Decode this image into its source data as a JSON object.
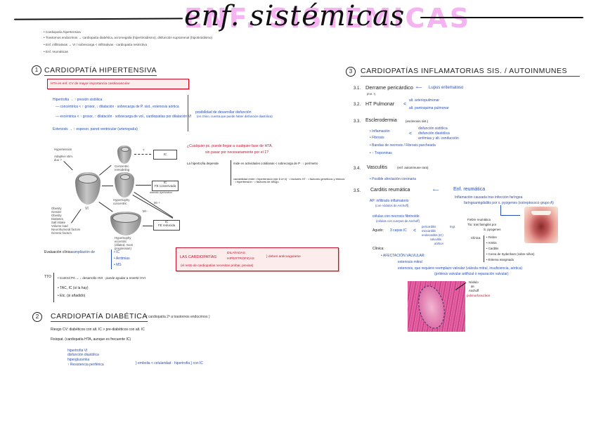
{
  "title": {
    "text": "enf. sistémicas",
    "bg_text": "ENF. SISTEMICAS",
    "bg_color": "#f6b3f1"
  },
  "intro_list": [
    "• Cardiopatía hipertensiva",
    "• Trastornos endocrinos → cardiopatía diabética, acromegalia (hipertiroidismo), disfunción suprarrenal (hipotiroidismo)",
    "• Enf. infiltrativas → VI / sobrecarga <  infiltrativas · cardiopatía restrictiva",
    "• Enf. reumáticas"
  ],
  "sections": {
    "hipertensiva": {
      "number": "1",
      "title": "CARDIOPATÍA HIPERTENSIVA",
      "highlight": "HTA es enf. CV de mayor importancia cardiovascular",
      "notes": [
        "Hipertrofia → ↑ presión sistólica",
        "— concéntrica <  ↑ grosor, ↓ dilatación · sobrecarga de P. sist., estenosis aórtica",
        "— excéntrica <  ↑ grosor, ↑ dilatación · sobrecarga de vol., cardiopatías por dilatación VI",
        "Estenosis → ↑ espesor, pared ventricular (arteriopatía)"
      ],
      "side_note": [
        "posibilidad de desarrollar disfunción",
        "(en chino, cuenta que puede haber disfunción diastólica)"
      ],
      "diagram": {
        "labels": {
          "top_left": "Hypertension\n\nAdaptive stim.\nduo ?",
          "center": "VI",
          "risk_factors": "Obesity\nGender\nObesity\nDiabetes\nSalt intake\nVolume load\nNeurohumoral factors\nGenetic factors",
          "concentric_remodeling": "Concentric\nremodeling",
          "hypertrophy": "Hypertrophy\nconcentric",
          "eccentric": "Hypertrophy\neccentric\n(dilated, more\nprogression)"
        },
        "boxes": [
          "IC",
          "IC\nFE conservada",
          "IC\nFE reducida"
        ],
        "arrow_labels": [
          "?",
          "MI +",
          "MI -"
        ],
        "box2_sub": "diastolic dysfunction"
      },
      "red_question": [
        "¿Cualquier pc. puede llegar a cualquier fase de HTA,",
        "sin pasar por necesariamente por el 1?"
      ],
      "right_notes": [
        "La hipertrofia depende",
        "mide en actividades cotidianas <  sobrecarga de P · ↑ perímetro",
        "variabilidad entre  • hipertensión (eje 6 a+4) · • factores HT · • factores genéticos y étnicos · • hipertensión · • factores de riesgo"
      ],
      "eval_clinica": {
        "label": "Evaluación clínica:",
        "sub": "ampliación de",
        "items": [
          "• IC",
          "• Arritmias",
          "• MS"
        ]
      },
      "tto": {
        "label": "TTO",
        "items": [
          "• Control PA →  ↓ desarrollo HVI · puede ayudar a revertir HVI",
          "• TAC, IC (si la hay)",
          "• Etc. (si añadido)"
        ]
      },
      "red_box": {
        "prefix": "LAS CARDIOPATÍAS",
        "opt1": "DILATADAS",
        "opt2": "HIPERTRÓFICAS",
        "suffix": "} deben anticoagularse",
        "line2": "(el resto de cardiopatías necesitan probar, previas)"
      }
    },
    "diabetica": {
      "number": "2",
      "title": "CARDIOPATÍA DIABÉTICA",
      "subtitle": "( cardiopatía 2ª a trastornos endocrinos )",
      "riesgo": "Riesgo CV: diabéticos con alt. IC > pre-diabéticos con alt. IC",
      "fisiopat": "Fisiopat. (cardiopatía HTA, aunque es frecuente IC)",
      "list": [
        "hipertrofia VI",
        "disfunción diastólica",
        "hiperglucemia",
        "↑ Resistencia periférica"
      ],
      "right": "} embolia <  celularidad · hipertrofia } con IC"
    },
    "inflamatorias": {
      "number": "3",
      "title": "CARDIOPATÍAS INFLAMATORIAS SIS. / AUTOINMUNES",
      "items": [
        {
          "num": "3.1.",
          "label": "Derrame pericárdico",
          "arrow_to": "Lupus eritematoso",
          "sub": "(Enf. ?)"
        },
        {
          "num": "3.2.",
          "label": "HT Pulmonar",
          "branches": [
            "alt. arteriopulmonar",
            "alt. parénquima pulmonar"
          ]
        },
        {
          "num": "3.3.",
          "label": "Esclerodermia",
          "sub": "(esclerosis sist.)",
          "bullets": [
            "• Inflamación",
            "• Fibrosis",
            "• Bandas de necrosis / Fibrosis parcheada",
            "• ↑ Troponinas"
          ],
          "effects": [
            "disfunción sistólica",
            "disfunción diastólica",
            "arritmias y alt. conducción"
          ]
        },
        {
          "num": "3.4.",
          "label": "Vasculitis",
          "sub": "(enf. autoinmune rara)",
          "bullets": [
            "• Posible afectación coronaria"
          ]
        },
        {
          "num": "3.5.",
          "label": "Carditis reumática",
          "arrow_to": "Enf. reumática",
          "definition": [
            "Inflamación causada tras infección faríngea",
            "faringoamigdalitis por s. pyogenes (estreptococo grupo A)"
          ],
          "ap": [
            "AP: infiltrado inflamatorio",
            "(con nódulos de Aschoff)",
            "células con necrosis fibrinoide",
            "(células con cuerpos de Aschoff)"
          ],
          "agudo": {
            "label": "Agudo:",
            "text": "3 capas IC",
            "branches": [
              "pericarditis",
              "miocarditis",
              "endocarditis (IC)",
              "valvulitis",
              "aórtica"
            ],
            "side": "Ingr."
          },
          "clinica": {
            "label": "Clínica:",
            "items": [
              "• AFECTACIÓN VALVULAR:",
              "estenosis mitral",
              "estenosis, que requiere reemplazo valvular (válvula mitral, insuficiencia, aórtica)",
              "(prótesis valvular artificial o reparación valvular)"
            ]
          },
          "fiebre": {
            "lines": [
              "Fiebre reumática",
              "Tto: tras faringitis por",
              "S. pyogenes"
            ],
            "label": "Clínica",
            "items": [
              "• Fiebre",
              "• Artritis",
              "• Carditis",
              "• Corea de Sydenham (sobre niños)",
              "• Eritema marginado"
            ]
          },
          "histo_label": [
            "Nódulo",
            "de",
            "Aschoff",
            "polimorfonuclear"
          ]
        }
      ]
    }
  },
  "colors": {
    "ink": "#222222",
    "blue": "#2b4fb8",
    "red": "#c8102e",
    "red_bg": "#fdecec",
    "pink_title": "#f6b3f1"
  }
}
